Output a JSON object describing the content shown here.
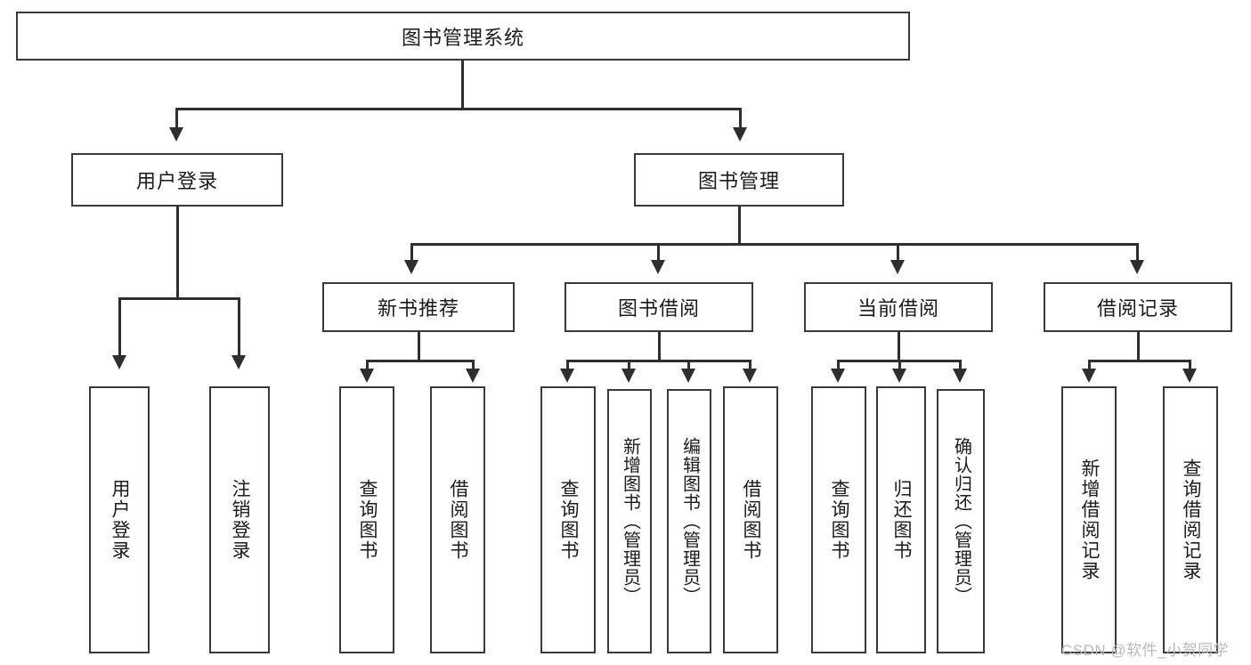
{
  "diagram": {
    "title": "图书管理系统",
    "type": "tree",
    "root": {
      "label": "图书管理系统"
    },
    "level2": [
      {
        "label": "用户登录"
      },
      {
        "label": "图书管理"
      }
    ],
    "level3": [
      {
        "label": "新书推荐"
      },
      {
        "label": "图书借阅"
      },
      {
        "label": "当前借阅"
      },
      {
        "label": "借阅记录"
      }
    ],
    "leaves": {
      "user_login": [
        {
          "label": "用户登录"
        },
        {
          "label": "注销登录"
        }
      ],
      "new_book_recommend": [
        {
          "label": "查询图书"
        },
        {
          "label": "借阅图书"
        }
      ],
      "book_borrow": [
        {
          "label": "查询图书"
        },
        {
          "label": "新增图书（管理员）"
        },
        {
          "label": "编辑图书（管理员）"
        },
        {
          "label": "借阅图书"
        }
      ],
      "current_borrow": [
        {
          "label": "查询图书"
        },
        {
          "label": "归还图书"
        },
        {
          "label": "确认归还（管理员）"
        }
      ],
      "borrow_record": [
        {
          "label": "新增借阅记录"
        },
        {
          "label": "查询借阅记录"
        }
      ]
    }
  },
  "watermark": {
    "text": "CSDN @软件_小贺同学"
  },
  "colors": {
    "stroke": "#3a3a3a",
    "connector": "#2e2e2e",
    "background": "#ffffff",
    "text": "#1b1b1b",
    "watermark": "#b9b9b9"
  }
}
